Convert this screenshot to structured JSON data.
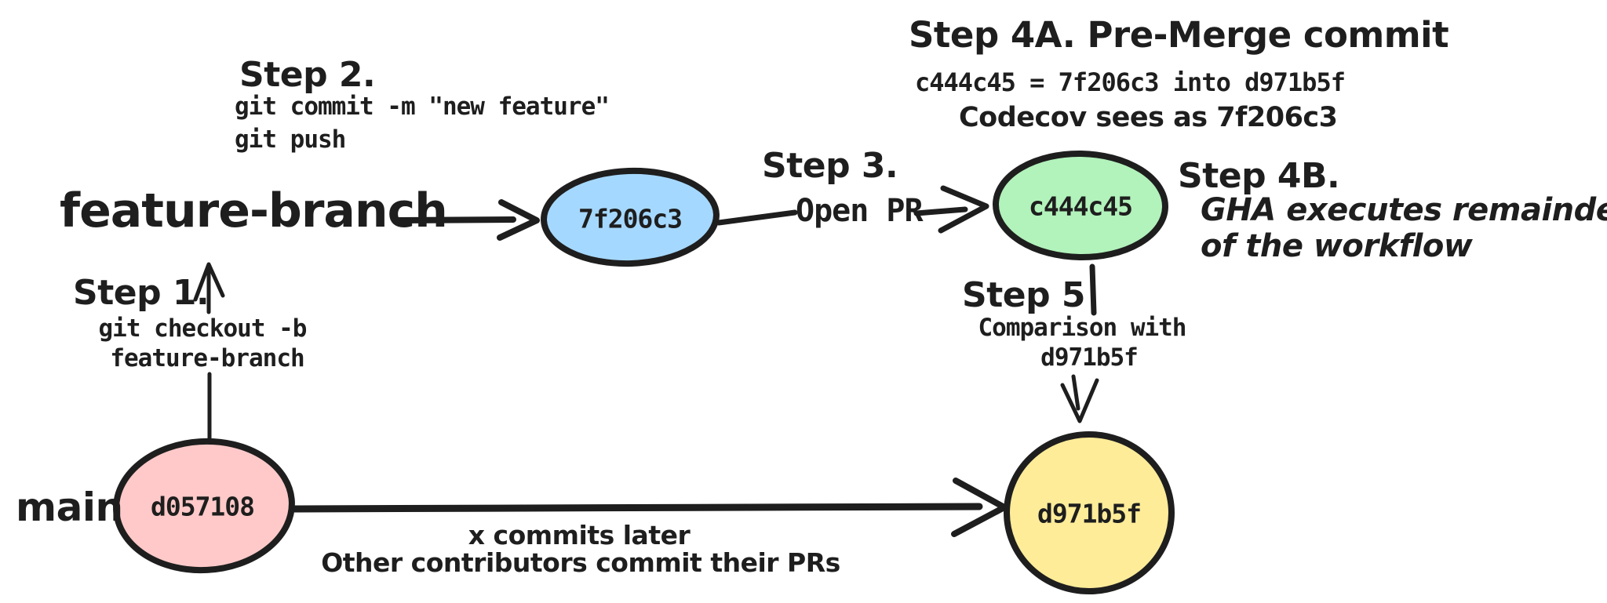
{
  "canvas": {
    "background": "#ffffff",
    "stroke_color": "#1e1e1e"
  },
  "branch_labels": {
    "feature": "feature-branch",
    "main": "main"
  },
  "nodes": {
    "feature_head": {
      "label": "7f206c3",
      "fill": "#a5d8ff"
    },
    "pre_merge": {
      "label": "c444c45",
      "fill": "#b2f2bb"
    },
    "main_head": {
      "label": "d971b5f",
      "fill": "#ffec99"
    },
    "main_base": {
      "label": "d057108",
      "fill": "#ffc9c9"
    }
  },
  "steps": {
    "step1": {
      "title": "Step 1.",
      "code_line1": "git checkout -b",
      "code_line2": "feature-branch"
    },
    "step2": {
      "title": "Step 2.",
      "code_line1": "git commit -m \"new feature\"",
      "code_line2": "git push"
    },
    "step3": {
      "title": "Step 3.",
      "label": "Open PR"
    },
    "step4a": {
      "title": "Step 4A. Pre-Merge commit",
      "code_line": "c444c45 = 7f206c3 into d971b5f",
      "note": "Codecov sees as 7f206c3"
    },
    "step4b": {
      "title": "Step 4B.",
      "line1": "GHA executes remainder",
      "line2": "of the workflow"
    },
    "step5": {
      "title": "Step 5",
      "line1": "Comparison with",
      "line2": "d971b5f"
    }
  },
  "annotations": {
    "main_arrow_line1": "x commits later",
    "main_arrow_line2": "Other contributors commit their PRs"
  },
  "colors": {
    "stroke": "#1e1e1e",
    "background": "#ffffff",
    "blue": "#a5d8ff",
    "green": "#b2f2bb",
    "yellow": "#ffec99",
    "pink": "#ffc9c9"
  }
}
